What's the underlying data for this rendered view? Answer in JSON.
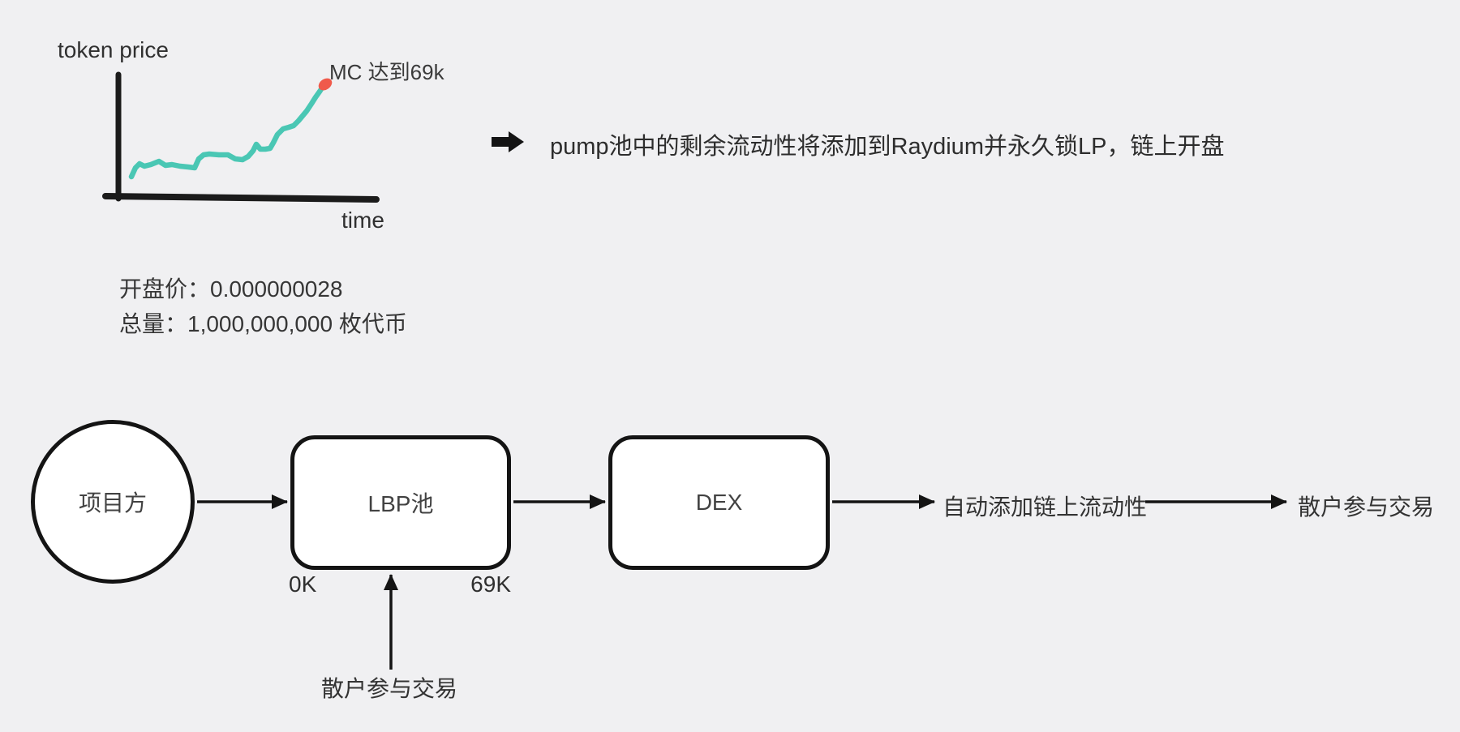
{
  "sketch_chart": {
    "type": "line",
    "y_axis_label": "token price",
    "x_axis_label": "time",
    "peak_annotation": "MC 达到69k",
    "line_color": "#4ac7b4",
    "peak_dot_color": "#f05a4b",
    "points": [
      [
        162,
        218
      ],
      [
        167,
        207
      ],
      [
        172,
        202
      ],
      [
        178,
        205
      ],
      [
        186,
        203
      ],
      [
        196,
        199
      ],
      [
        204,
        204
      ],
      [
        212,
        203
      ],
      [
        222,
        205
      ],
      [
        232,
        206
      ],
      [
        240,
        207
      ],
      [
        245,
        196
      ],
      [
        251,
        191
      ],
      [
        258,
        190
      ],
      [
        270,
        191
      ],
      [
        281,
        191
      ],
      [
        290,
        196
      ],
      [
        299,
        197
      ],
      [
        306,
        193
      ],
      [
        312,
        186
      ],
      [
        316,
        178
      ],
      [
        321,
        184
      ],
      [
        327,
        184
      ],
      [
        333,
        183
      ],
      [
        337,
        176
      ],
      [
        342,
        166
      ],
      [
        349,
        159
      ],
      [
        356,
        157
      ],
      [
        362,
        155
      ],
      [
        368,
        149
      ],
      [
        373,
        143
      ],
      [
        378,
        137
      ],
      [
        384,
        128
      ],
      [
        389,
        120
      ],
      [
        394,
        113
      ],
      [
        398,
        107
      ]
    ]
  },
  "callout": {
    "icon": "right-arrow",
    "text": "pump池中的剩余流动性将添加到Raydium并永久锁LP，链上开盘"
  },
  "stats": {
    "open_price": "开盘价：0.000000028",
    "total_supply": "总量：1,000,000,000 枚代币"
  },
  "flowchart": {
    "project_node": "项目方",
    "lbp_node": "LBP池",
    "lbp_range_min": "0K",
    "lbp_range_max": "69K",
    "dex_node": "DEX",
    "auto_liquidity_label": "自动添加链上流动性",
    "retail_trading_label": "散户参与交易",
    "lbp_retail_label": "散户参与交易"
  },
  "colors": {
    "background": "#f0f0f2",
    "ink": "#141414",
    "curve_teal": "#4ac7b4",
    "peak_red": "#f05a4b"
  }
}
